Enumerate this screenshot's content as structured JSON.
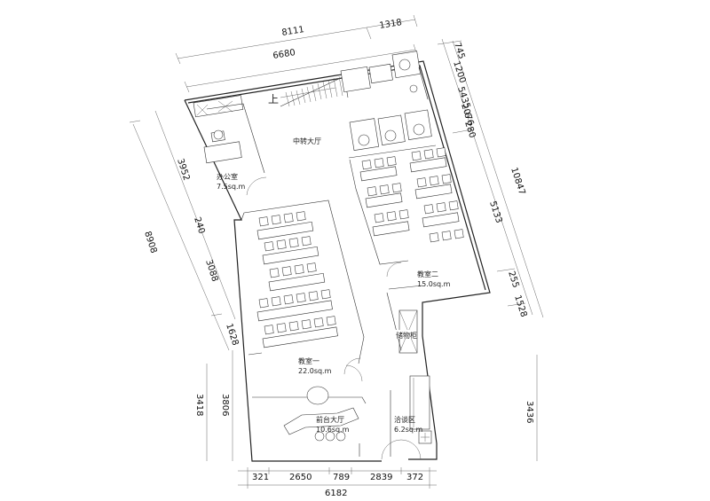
{
  "dimensions": {
    "top_outer": [
      "8111",
      "1318"
    ],
    "top_inner": "6680",
    "right_stack": [
      "745",
      "1200",
      "5435",
      "2076",
      "6",
      "280"
    ],
    "right_total": "10847",
    "right_mid": "5133",
    "right_small": [
      "255",
      "1528"
    ],
    "right_bottom": "3436",
    "left_outer": "8908",
    "left_mid": [
      "3952",
      "240",
      "3088",
      "1628"
    ],
    "left_bottom": [
      "3418",
      "3806"
    ],
    "bottom_segments": [
      "321",
      "2650",
      "789",
      "2839",
      "372"
    ],
    "bottom_total": "6182"
  },
  "rooms": {
    "office_name": "办公室",
    "office_area": "7.5sq.m",
    "hall_name": "中转大厅",
    "classroom1_name": "教室一",
    "classroom1_area": "22.0sq.m",
    "classroom2_name": "教室二",
    "classroom2_area": "15.0sq.m",
    "reception_name": "前台大厅",
    "reception_area": "10.6sq.m",
    "lounge_name": "洽谈区",
    "lounge_area": "6.2sq.m",
    "storage_name": "储物柜"
  },
  "stair_label": "上"
}
